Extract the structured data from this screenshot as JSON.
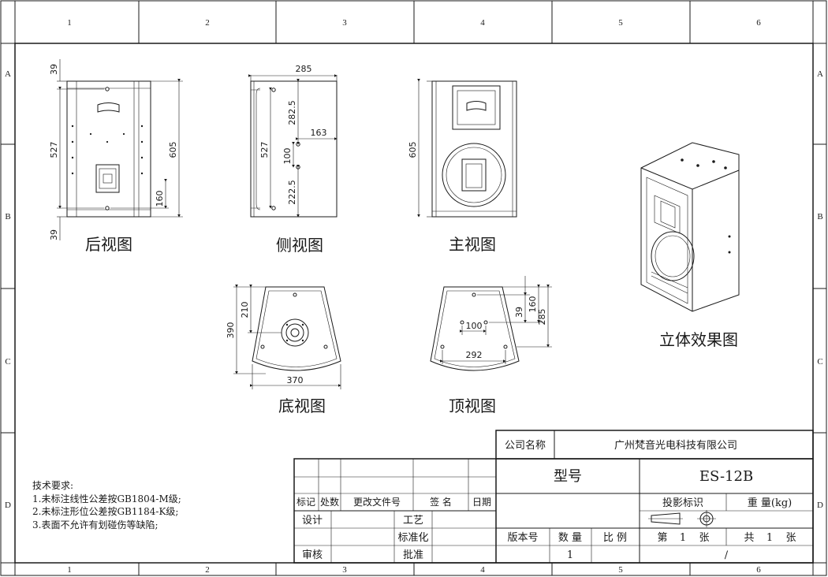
{
  "zones": {
    "columns": [
      "1",
      "2",
      "3",
      "4",
      "5",
      "6"
    ],
    "rows": [
      "A",
      "B",
      "C",
      "D"
    ]
  },
  "views": {
    "rear": {
      "title": "后视图",
      "dims": {
        "top_offset": "39",
        "spacing": "527",
        "height": "605",
        "bottom_hole": "160",
        "bottom_offset": "39"
      }
    },
    "side": {
      "title": "侧视图",
      "dims": {
        "depth": "285",
        "upper": "282.5",
        "hole_offset": "163",
        "spacing": "527",
        "mid": "100",
        "lower": "222.5"
      }
    },
    "front": {
      "title": "主视图",
      "dims": {
        "height": "605"
      }
    },
    "iso": {
      "title": "立体效果图"
    },
    "bottom": {
      "title": "底视图",
      "dims": {
        "depth": "390",
        "front_offset": "210",
        "width": "370"
      }
    },
    "top": {
      "title": "顶视图",
      "dims": {
        "hole_spacing": "100",
        "front_spacing": "292",
        "d39": "39",
        "d160": "160",
        "d285": "285"
      }
    }
  },
  "tech_notes": {
    "heading": "技术要求:",
    "items": [
      "1.未标注线性公差按GB1804-M级;",
      "2.未标注形位公差按GB1184-K级;",
      "3.表面不允许有划碰伤等缺陷;"
    ]
  },
  "title_block": {
    "company_label": "公司名称",
    "company_name": "广州梵音光电科技有限公司",
    "model_label": "型号",
    "model_value": "ES-12B",
    "rev_headers": [
      "标记",
      "处数",
      "更改文件号",
      "签 名",
      "日期"
    ],
    "design": "设计",
    "process": "工艺",
    "standard": "标准化",
    "review": "审核",
    "approve": "批准",
    "version_label": "版本号",
    "qty_label": "数 量",
    "scale_label": "比 例",
    "qty_value": "1",
    "scale_value": "/",
    "projection_label": "投影标识",
    "weight_label": "重  量(kg)",
    "sheet_prefix": "第",
    "sheet_no": "1",
    "sheet_suffix": "张",
    "total_prefix": "共",
    "total_no": "1",
    "total_suffix": "张"
  }
}
